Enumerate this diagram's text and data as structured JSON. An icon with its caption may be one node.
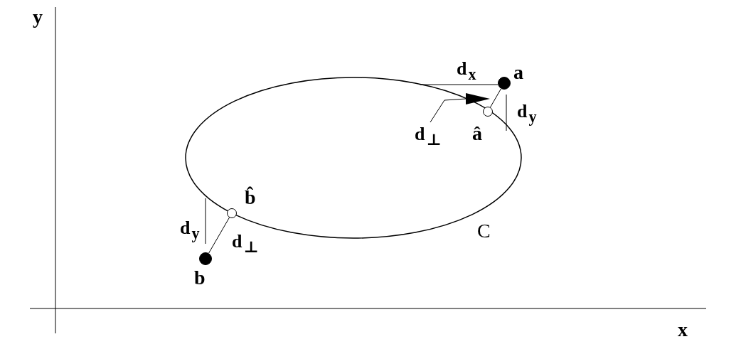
{
  "diagram": {
    "nodes": [
      {
        "text": [
          "a"
        ]
      },
      {
        "text": [
          "â"
        ]
      },
      {
        "text": [],
        "shape": "arrow"
      },
      {
        "text": [
          "d$_{⊥}$"
        ]
      },
      {
        "text": [
          "b̂"
        ]
      },
      {
        "text": [
          "b"
        ]
      }
    ],
    "edges": [
      {
        "from": 0,
        "to": 1,
        "arrow": "none"
      },
      {
        "from": 3,
        "to": 2,
        "arrow": "none"
      },
      {
        "from": 5,
        "to": 4,
        "arrow": "none"
      }
    ],
    "labels": [
      "y",
      "d$_{x}$",
      "d$_{y}$",
      "d$_{y}$",
      "C",
      "d$_{⊥}$",
      "x"
    ]
  }
}
